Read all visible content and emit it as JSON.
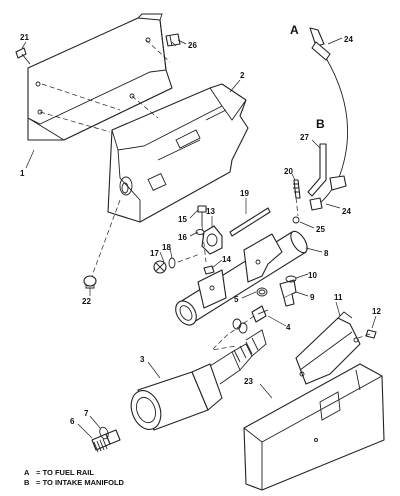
{
  "callouts": {
    "c1": "1",
    "c2": "2",
    "c3": "3",
    "c4": "4",
    "c5": "5",
    "c6": "6",
    "c7": "7",
    "c8": "8",
    "c9": "9",
    "c10": "10",
    "c11": "11",
    "c12": "12",
    "c13": "13",
    "c14": "14",
    "c15": "15",
    "c16": "16",
    "c17": "17",
    "c18": "18",
    "c19": "19",
    "c20": "20",
    "c21": "21",
    "c22": "22",
    "c23": "23",
    "c24a": "24",
    "c24b": "24",
    "c25": "25",
    "c26": "26",
    "c27": "27"
  },
  "markers": {
    "a": "A",
    "b": "B"
  },
  "legend": [
    {
      "key": "A",
      "eq": "=",
      "text": "TO FUEL RAIL"
    },
    {
      "key": "B",
      "eq": "=",
      "text": "TO INTAKE MANIFOLD"
    }
  ]
}
